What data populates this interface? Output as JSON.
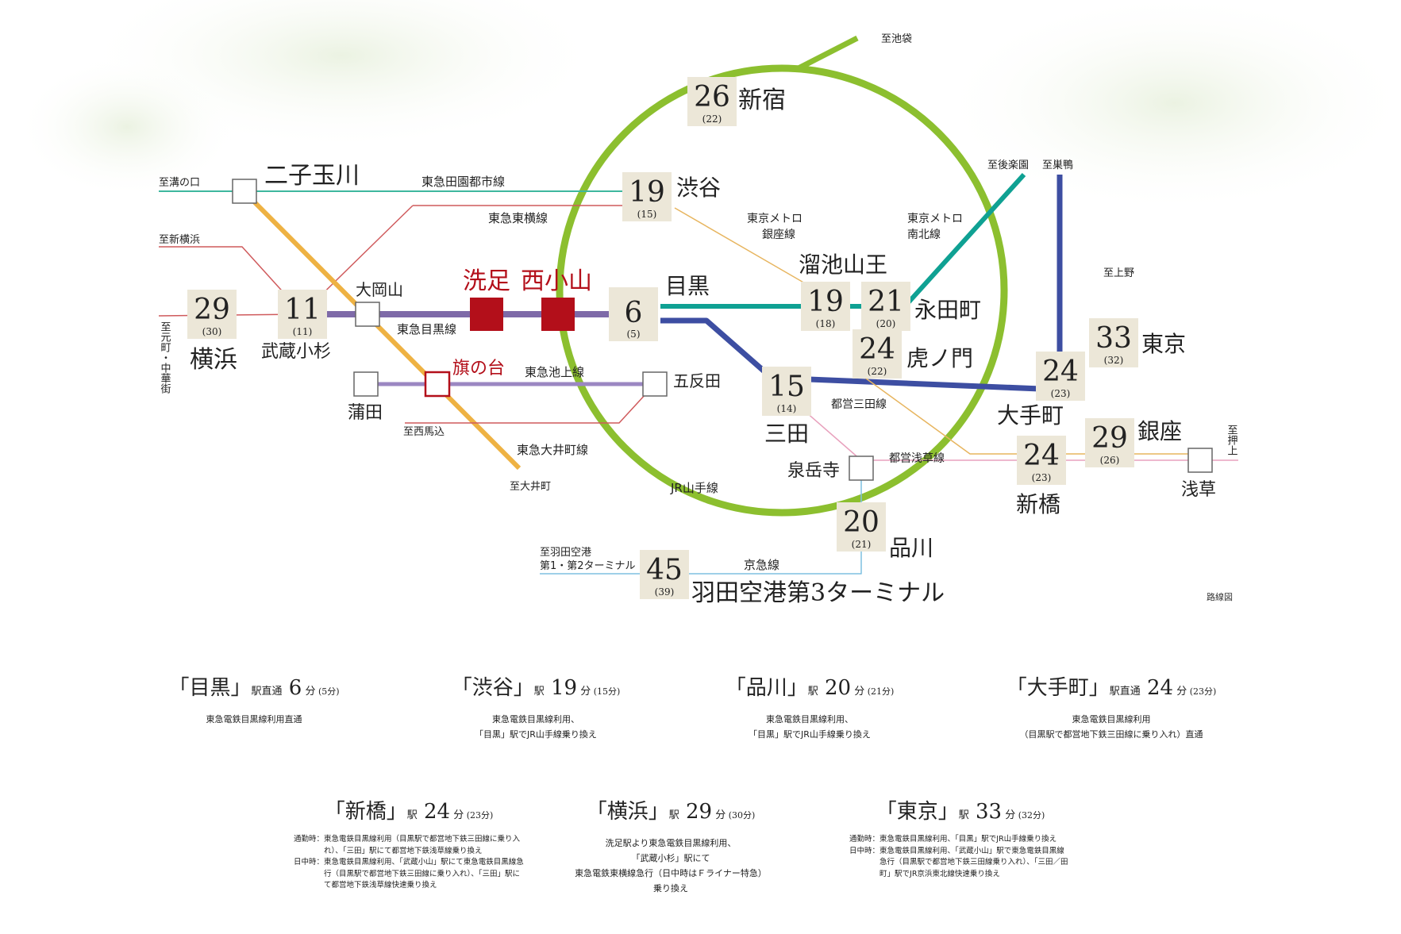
{
  "map": {
    "caption": "路線図",
    "colors": {
      "yamanote": "#8cbf2f",
      "meguro": "#7e6aa8",
      "namboku": "#0fa193",
      "mita": "#3d4ea2",
      "oimachi": "#eeb243",
      "denentoshi": "#3eb79e",
      "toyoko": "#cf5a5c",
      "ikegami": "#9b87c2",
      "ginza": "#e7b55f",
      "asakusa": "#e8a1bd",
      "keikyu": "#7ec0e1",
      "station_box": "#ece7d8",
      "highlight": "#b30f1a"
    },
    "lines": {
      "meguro": "東急目黒線",
      "denentoshi": "東急田園都市線",
      "toyoko": "東急東横線",
      "ikegami": "東急池上線",
      "oimachi": "東急大井町線",
      "yamanote": "JR山手線",
      "ginza_1": "東京メトロ",
      "ginza_2": "銀座線",
      "namboku_1": "東京メトロ",
      "namboku_2": "南北線",
      "mita": "都営三田線",
      "asakusa": "都営浅草線",
      "keikyu": "京急線"
    },
    "directions": {
      "ikebukuro": "至池袋",
      "mizonokuchi": "至溝の口",
      "shinyokohama": "至新横浜",
      "motomachi": "至元町・中華街",
      "kourakuen": "至後楽園",
      "sugamo": "至巣鴨",
      "ueno": "至上野",
      "oshiage": "至押上",
      "nishimagome": "至西馬込",
      "oimachi": "至大井町",
      "haneda_1": "至羽田空港",
      "haneda_2": "第1・第2ターミナル"
    },
    "stations": {
      "senzoku": "洗足",
      "nishikoyama": "西小山",
      "hatanodai": "旗の台",
      "futakotamagawa": "二子玉川",
      "ookayama": "大岡山",
      "kamata": "蒲田",
      "gotanda": "五反田",
      "sengakuji": "泉岳寺",
      "asakusa": "浅草",
      "meguro": "目黒",
      "shibuya": "渋谷",
      "shinjuku": "新宿",
      "tameike": "溜池山王",
      "nagatacho": "永田町",
      "toranomon": "虎ノ門",
      "mita": "三田",
      "otemachi": "大手町",
      "tokyo": "東京",
      "ginza": "銀座",
      "shimbashi": "新橋",
      "shinagawa": "品川",
      "yokohama": "横浜",
      "musashikosugi": "武蔵小杉",
      "haneda3": "羽田空港第3ターミナル"
    },
    "times": {
      "meguro": [
        "6",
        "(5)"
      ],
      "shibuya": [
        "19",
        "(15)"
      ],
      "shinjuku": [
        "26",
        "(22)"
      ],
      "tameike": [
        "19",
        "(18)"
      ],
      "nagatacho": [
        "21",
        "(20)"
      ],
      "toranomon": [
        "24",
        "(22)"
      ],
      "mita": [
        "15",
        "(14)"
      ],
      "otemachi": [
        "24",
        "(23)"
      ],
      "tokyo": [
        "33",
        "(32)"
      ],
      "ginza": [
        "29",
        "(26)"
      ],
      "shimbashi": [
        "24",
        "(23)"
      ],
      "shinagawa": [
        "20",
        "(21)"
      ],
      "yokohama": [
        "29",
        "(30)"
      ],
      "musashikosugi": [
        "11",
        "(11)"
      ],
      "haneda3": [
        "45",
        "(39)"
      ]
    }
  },
  "cards": [
    {
      "station": "「目黒」",
      "eki": "駅直通",
      "minutes": "6",
      "fun": "分",
      "paren": "(5分)",
      "desc": [
        "東急電鉄目黒線利用直通"
      ]
    },
    {
      "station": "「渋谷」",
      "eki": "駅",
      "minutes": "19",
      "fun": "分",
      "paren": "(15分)",
      "desc": [
        "東急電鉄目黒線利用、",
        "「目黒」駅でJR山手線乗り換え"
      ]
    },
    {
      "station": "「品川」",
      "eki": "駅",
      "minutes": "20",
      "fun": "分",
      "paren": "(21分)",
      "desc": [
        "東急電鉄目黒線利用、",
        "「目黒」駅でJR山手線乗り換え"
      ]
    },
    {
      "station": "「大手町」",
      "eki": "駅直通",
      "minutes": "24",
      "fun": "分",
      "paren": "(23分)",
      "desc": [
        "東急電鉄目黒線利用",
        "（目黒駅で都営地下鉄三田線に乗り入れ）直通"
      ]
    },
    {
      "station": "「新橋」",
      "eki": "駅",
      "minutes": "24",
      "fun": "分",
      "paren": "(23分)",
      "detail": [
        {
          "label": "通勤時：",
          "text": "東急電鉄目黒線利用（目黒駅で都営地下鉄三田線に乗り入れ）、「三田」駅にて都営地下鉄浅草線乗り換え"
        },
        {
          "label": "日中時：",
          "text": "東急電鉄目黒線利用、「武蔵小山」駅にて東急電鉄目黒線急行（目黒駅で都営地下鉄三田線に乗り入れ）、「三田」駅にて都営地下鉄浅草線快速乗り換え"
        }
      ]
    },
    {
      "station": "「横浜」",
      "eki": "駅",
      "minutes": "29",
      "fun": "分",
      "paren": "(30分)",
      "desc": [
        "洗足駅より東急電鉄目黒線利用、",
        "「武蔵小杉」駅にて",
        "東急電鉄東横線急行（日中時はＦライナー特急）",
        "乗り換え"
      ]
    },
    {
      "station": "「東京」",
      "eki": "駅",
      "minutes": "33",
      "fun": "分",
      "paren": "(32分)",
      "detail": [
        {
          "label": "通勤時：",
          "text": "東急電鉄目黒線利用、「目黒」駅でJR山手線乗り換え"
        },
        {
          "label": "日中時：",
          "text": "東急電鉄目黒線利用、「武蔵小山」駅で東急電鉄目黒線急行（目黒駅で都営地下鉄三田線乗り入れ）、「三田／田町」駅でJR京浜東北線快速乗り換え"
        }
      ]
    }
  ]
}
